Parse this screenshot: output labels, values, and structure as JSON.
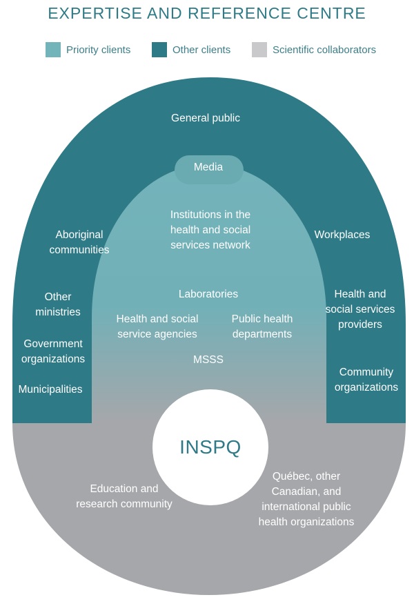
{
  "title": "EXPERTISE AND REFERENCE CENTRE",
  "legend": [
    {
      "label": "Priority clients",
      "color": "#73b3ba"
    },
    {
      "label": "Other clients",
      "color": "#2e7a86"
    },
    {
      "label": "Scientific collaborators",
      "color": "#c9c9cc"
    }
  ],
  "colors": {
    "other_clients": "#2e7a86",
    "priority_clients": "#73b3ba",
    "collaborators": "#a6a7ab",
    "media": "#6aaab1",
    "center": "#ffffff",
    "title": "#2e7a86"
  },
  "labels": {
    "general_public": "General public",
    "media": "Media",
    "institutions": [
      "Institutions in the",
      "health and social",
      "services network"
    ],
    "aboriginal": [
      "Aboriginal",
      "communities"
    ],
    "workplaces": "Workplaces",
    "other_ministries": [
      "Other",
      "ministries"
    ],
    "laboratories": "Laboratories",
    "health_social_agencies": [
      "Health and social",
      "service agencies"
    ],
    "public_health_departments": [
      "Public health",
      "departments"
    ],
    "health_social_providers": [
      "Health and",
      "social services",
      "providers"
    ],
    "government_orgs": [
      "Government",
      "organizations"
    ],
    "msss": "MSSS",
    "community_orgs": [
      "Community",
      "organizations"
    ],
    "municipalities": "Municipalities",
    "center": "INSPQ",
    "education_research": [
      "Education and",
      "research community"
    ],
    "international_orgs": [
      "Québec, other",
      "Canadian, and",
      "international public",
      "health organizations"
    ]
  }
}
